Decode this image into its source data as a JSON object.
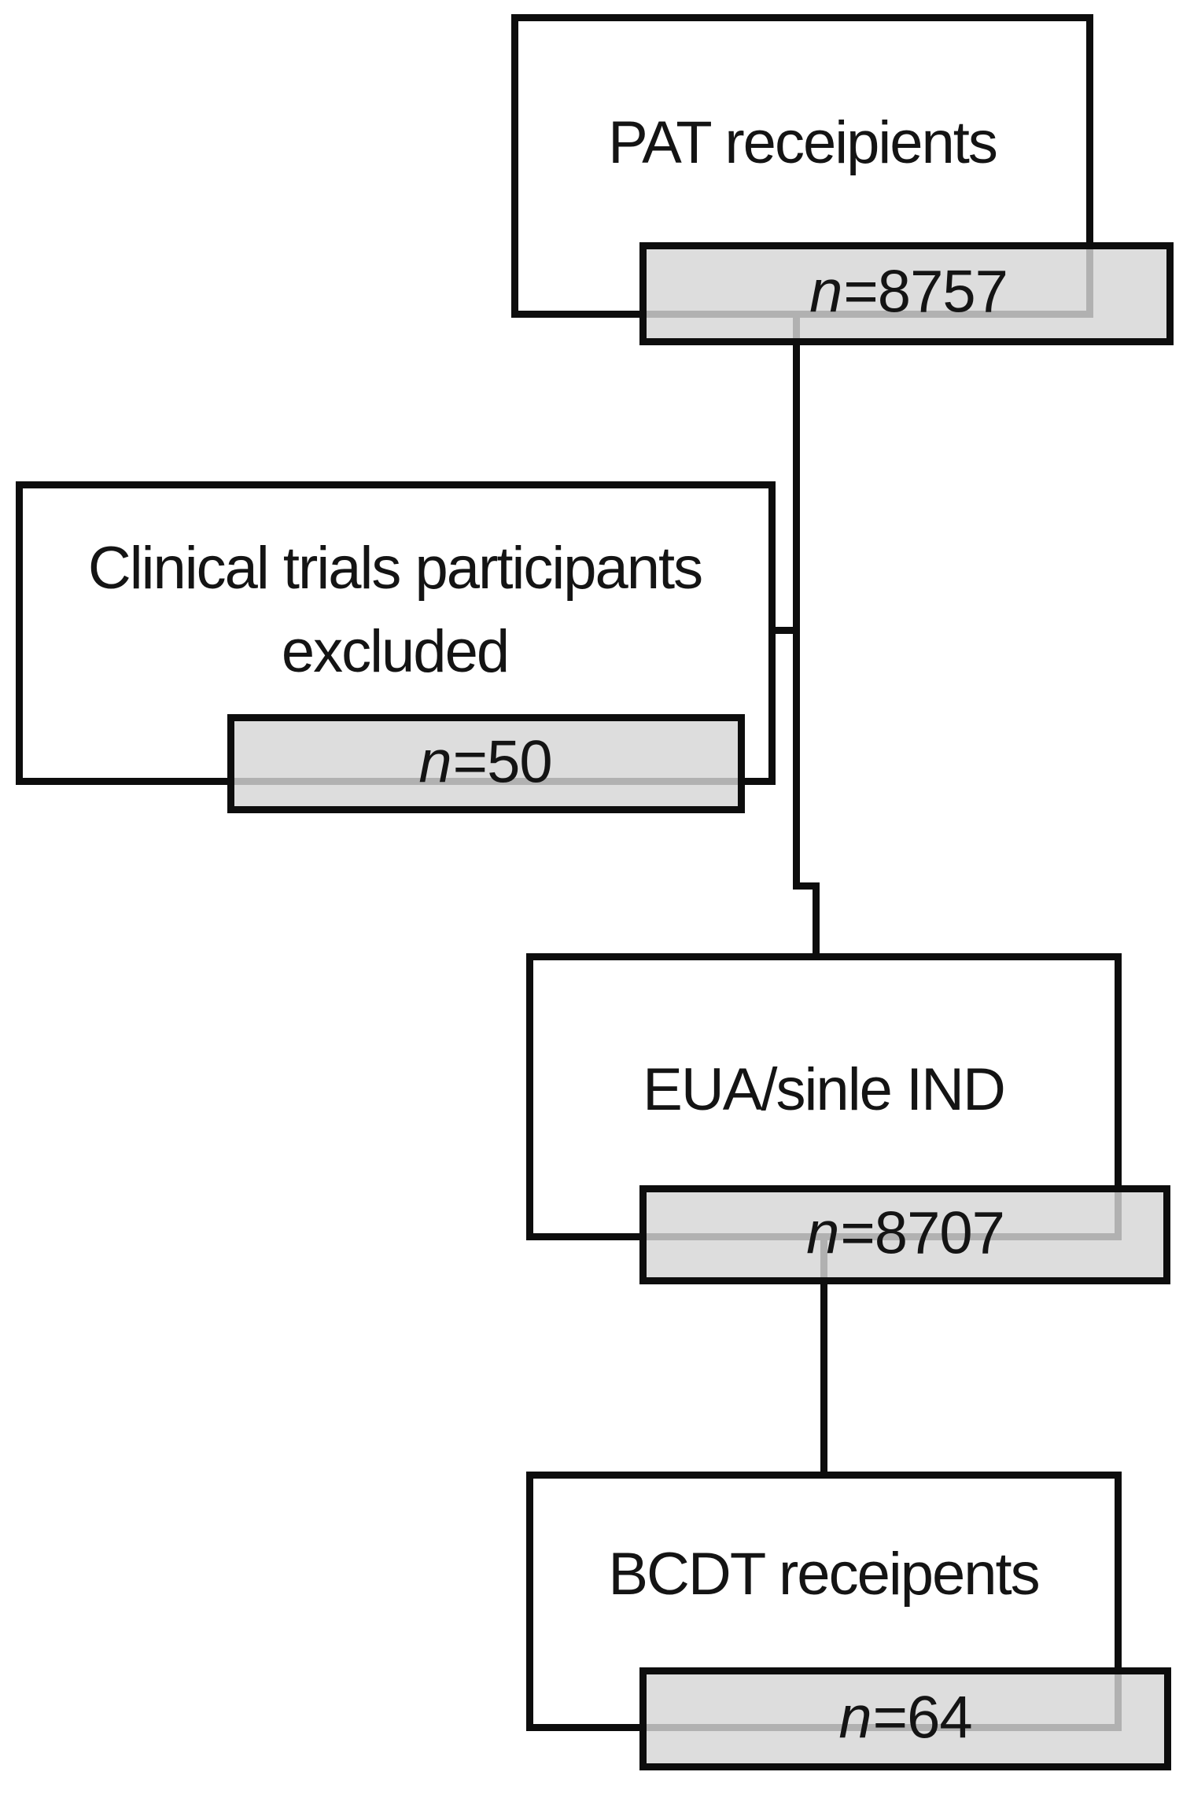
{
  "flowchart": {
    "colors": {
      "line": "#0d0d0d",
      "text": "#141414",
      "box_fill": "#ffffff",
      "count_fill": "#d6d6d6"
    },
    "nodes": {
      "pat": {
        "label": "PAT receipients",
        "n_symbol": "n",
        "count": "=8757"
      },
      "excluded": {
        "line1": "Clinical trials participants",
        "line2": "excluded",
        "n_symbol": "n",
        "count": "=50"
      },
      "eua": {
        "label": "EUA/sinle IND",
        "n_symbol": "n",
        "count": "=8707"
      },
      "bcdt": {
        "label": "BCDT receipents",
        "n_symbol": "n",
        "count": "=64"
      }
    }
  }
}
